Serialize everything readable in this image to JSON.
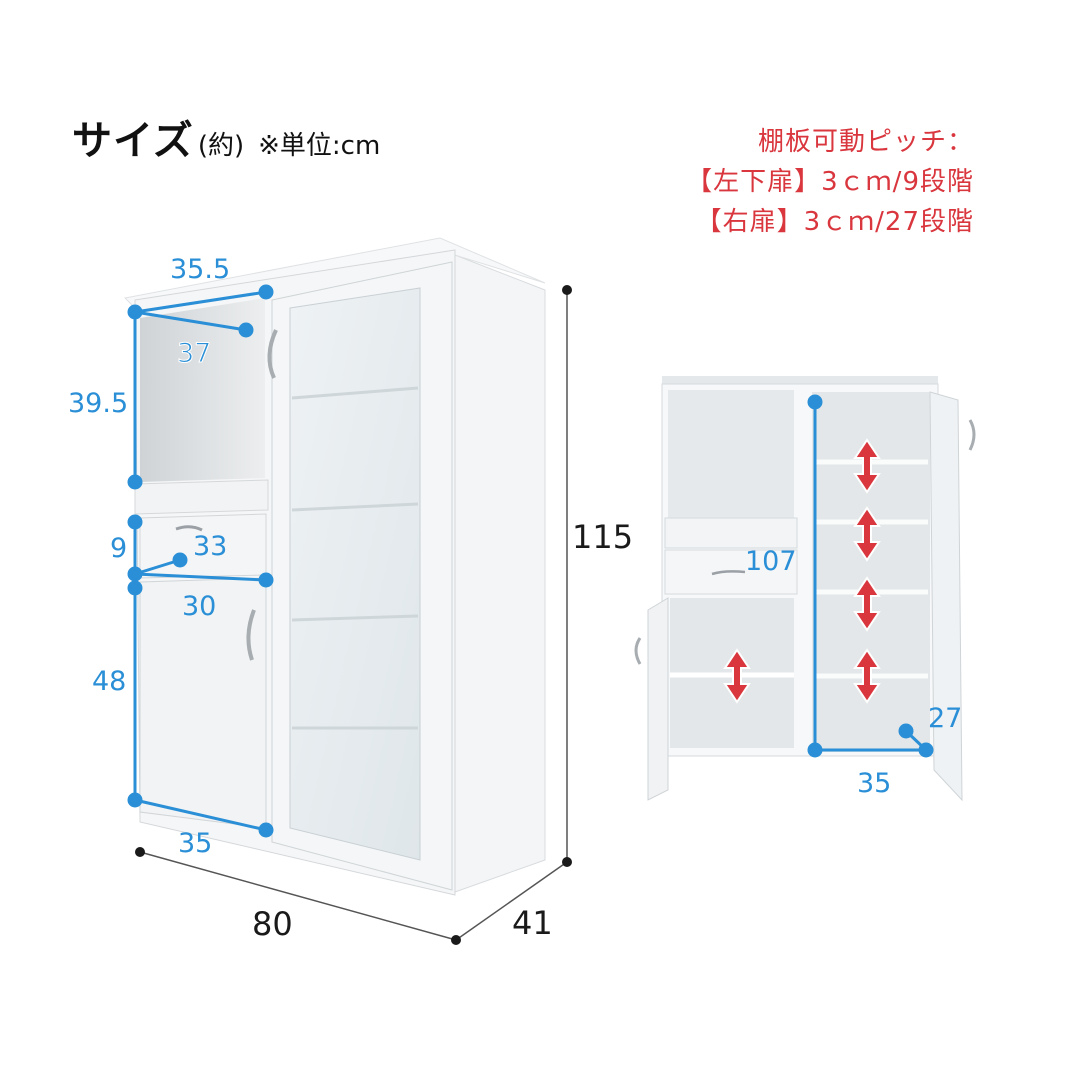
{
  "header": {
    "title": "サイズ",
    "title_suffix": "(約)",
    "unit_note": "※単位:cm"
  },
  "shelf_note": {
    "line1": "棚板可動ピッチ：",
    "line2": "【左下扉】3ｃｍ/9段階",
    "line3": "【右扉】3ｃｍ/27段階",
    "color": "#d9363e"
  },
  "front_view": {
    "dimensions": {
      "top_opening_width": "35.5",
      "top_opening_depth": "37",
      "top_opening_height": "39.5",
      "drawer_height": "9",
      "drawer_depth": "33",
      "drawer_width": "30",
      "lower_door_height": "48",
      "lower_inner_width": "35",
      "overall_width": "80",
      "overall_depth": "41",
      "overall_height": "115"
    }
  },
  "open_view": {
    "dimensions": {
      "right_inner_height": "107",
      "right_inner_depth": "27",
      "right_inner_width": "35"
    },
    "adjustable_shelf_arrows": 5
  },
  "colors": {
    "dimension_blue": "#2a8fd6",
    "outline_black": "#1a1a1a",
    "arrow_red": "#d9363e"
  }
}
